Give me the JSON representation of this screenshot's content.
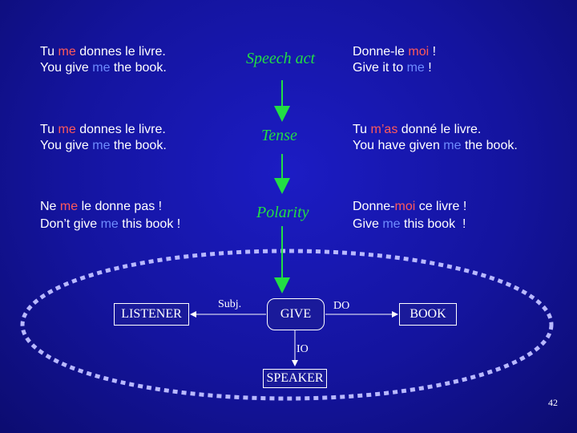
{
  "rows": [
    {
      "left": [
        [
          {
            "t": "Tu ",
            "c": ""
          },
          {
            "t": "me",
            "c": "red"
          },
          {
            "t": " donnes le livre.",
            "c": ""
          }
        ],
        [
          {
            "t": "You give ",
            "c": ""
          },
          {
            "t": "me",
            "c": "blue"
          },
          {
            "t": " the book.",
            "c": ""
          }
        ]
      ],
      "stage": "Speech act",
      "right": [
        [
          {
            "t": "Donne-le ",
            "c": ""
          },
          {
            "t": "moi",
            "c": "red"
          },
          {
            "t": " !",
            "c": ""
          }
        ],
        [
          {
            "t": "Give it to ",
            "c": ""
          },
          {
            "t": "me",
            "c": "blue"
          },
          {
            "t": " !",
            "c": ""
          }
        ]
      ]
    },
    {
      "left": [
        [
          {
            "t": "Tu ",
            "c": ""
          },
          {
            "t": "me",
            "c": "red"
          },
          {
            "t": " donnes le livre.",
            "c": ""
          }
        ],
        [
          {
            "t": "You give ",
            "c": ""
          },
          {
            "t": "me",
            "c": "blue"
          },
          {
            "t": " the book.",
            "c": ""
          }
        ]
      ],
      "stage": "Tense",
      "right": [
        [
          {
            "t": "Tu ",
            "c": ""
          },
          {
            "t": "m’as",
            "c": "red"
          },
          {
            "t": " donné le livre.",
            "c": ""
          }
        ],
        [
          {
            "t": "You have given ",
            "c": ""
          },
          {
            "t": "me",
            "c": "blue"
          },
          {
            "t": " the book.",
            "c": ""
          }
        ]
      ]
    },
    {
      "left": [
        [
          {
            "t": "Ne ",
            "c": ""
          },
          {
            "t": "me",
            "c": "red"
          },
          {
            "t": " le donne pas !",
            "c": ""
          }
        ],
        [
          {
            "t": "Don’t give ",
            "c": ""
          },
          {
            "t": "me",
            "c": "blue"
          },
          {
            "t": " this book !",
            "c": ""
          }
        ]
      ],
      "stage": "Polarity",
      "right": [
        [
          {
            "t": "Donne-",
            "c": ""
          },
          {
            "t": "moi",
            "c": "red"
          },
          {
            "t": " ce livre !",
            "c": ""
          }
        ],
        [
          {
            "t": "Give ",
            "c": ""
          },
          {
            "t": "me",
            "c": "blue"
          },
          {
            "t": " this book  !",
            "c": ""
          }
        ]
      ]
    }
  ],
  "diagram": {
    "listener": "LISTENER",
    "give": "GIVE",
    "book": "BOOK",
    "speaker": "SPEAKER",
    "subj_label": "Subj.",
    "do_label": "DO",
    "io_label": "IO"
  },
  "page_number": "42",
  "colors": {
    "red": "#ff5a5a",
    "blue": "#6f8cff",
    "stage": "#22dd44",
    "arrow": "#22dd44",
    "ellipse": "#b8b8ff"
  }
}
